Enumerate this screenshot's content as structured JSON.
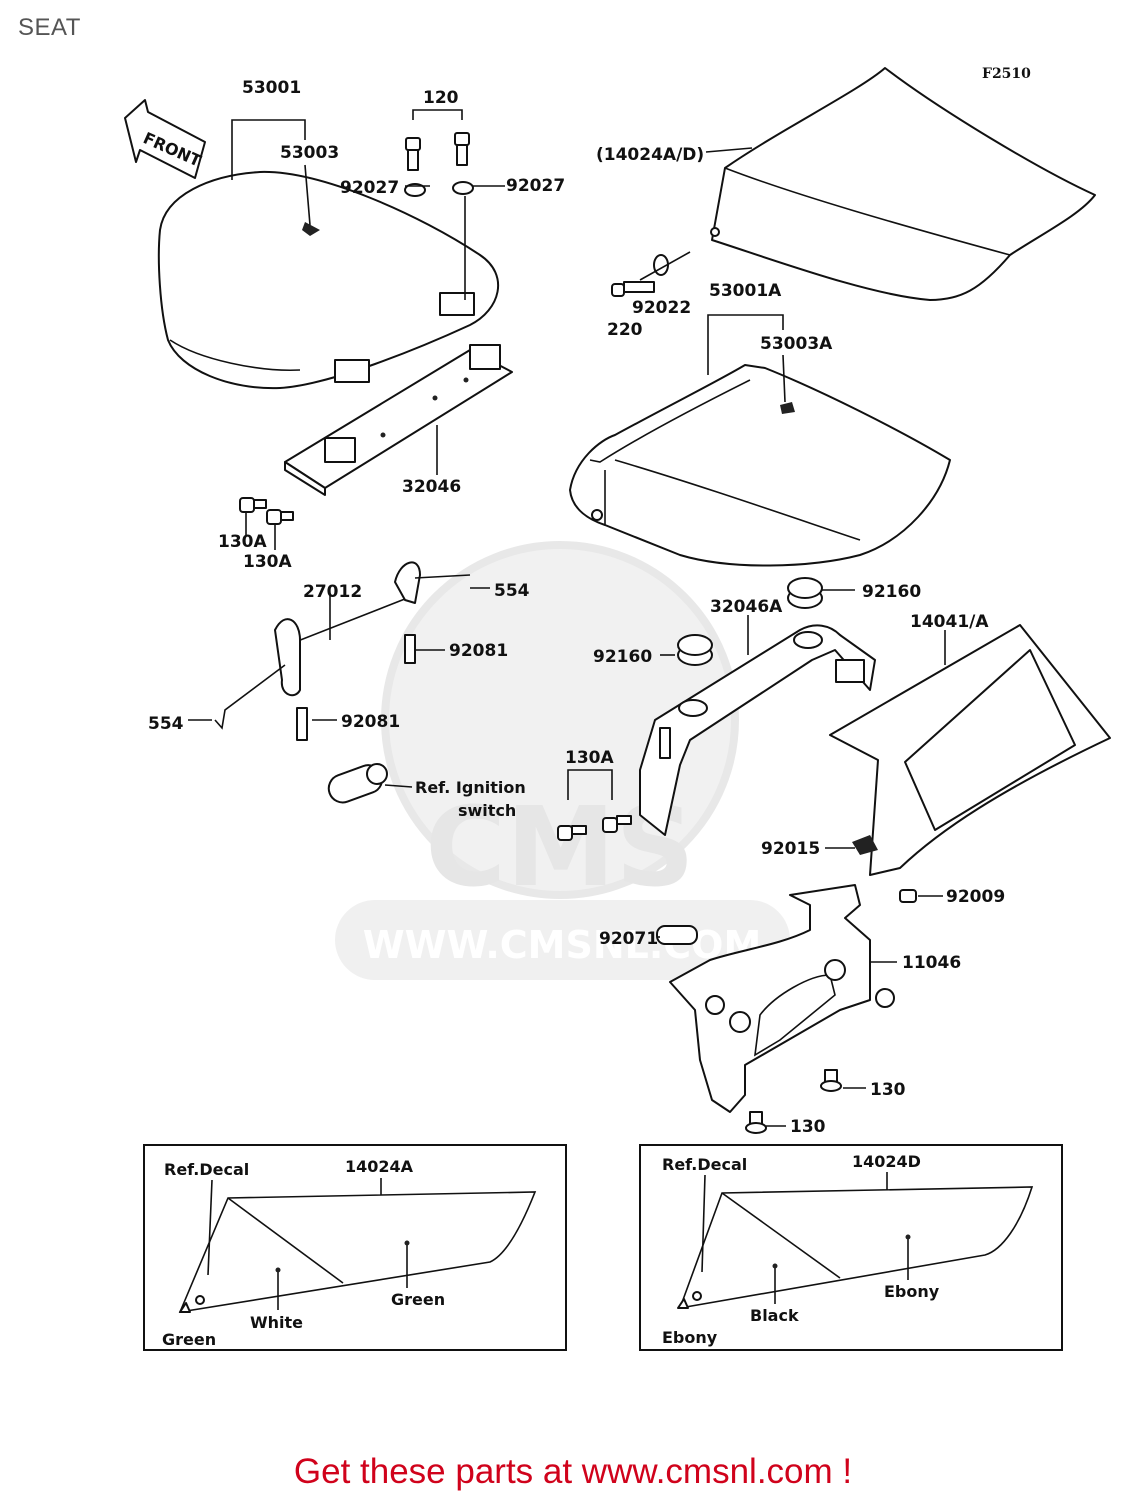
{
  "page": {
    "title": "SEAT",
    "figure_code": "F2510",
    "footer": "Get these parts at www.cmsnl.com !"
  },
  "watermark": {
    "brand": "CMS",
    "url": "WWW.CMSNL.COM"
  },
  "front_arrow": "FRONT",
  "callouts": {
    "c53001": "53001",
    "c120": "120",
    "c53003": "53003",
    "c92027a": "92027",
    "c92027b": "92027",
    "c32046": "32046",
    "c130Aa": "130A",
    "c130Ab": "130A",
    "c27012": "27012",
    "c554a": "554",
    "c92081a": "92081",
    "c554b": "554",
    "c92081b": "92081",
    "ign1": "Ref. Ignition",
    "ign2": "switch",
    "c14024AD": "(14024A/D)",
    "c220": "220",
    "c92022": "92022",
    "c53001A": "53001A",
    "c53003A": "53003A",
    "c92160a": "92160",
    "c32046A": "32046A",
    "c14041A": "14041/A",
    "c92160b": "92160",
    "c130Ac": "130A",
    "c92015": "92015",
    "c92009": "92009",
    "c92071": "92071",
    "c11046": "11046",
    "c130a": "130",
    "c130b": "130"
  },
  "decal_boxes": {
    "left": {
      "ref": "Ref.Decal",
      "part": "14024A",
      "tip_color": "Green",
      "middle_color": "White",
      "right_color": "Green"
    },
    "right": {
      "ref": "Ref.Decal",
      "part": "14024D",
      "tip_color": "Ebony",
      "middle_color": "Black",
      "right_color": "Ebony"
    }
  },
  "colors": {
    "footer_text": "#d0021b",
    "title_text": "#555555",
    "watermark": "#e6e6e6"
  }
}
